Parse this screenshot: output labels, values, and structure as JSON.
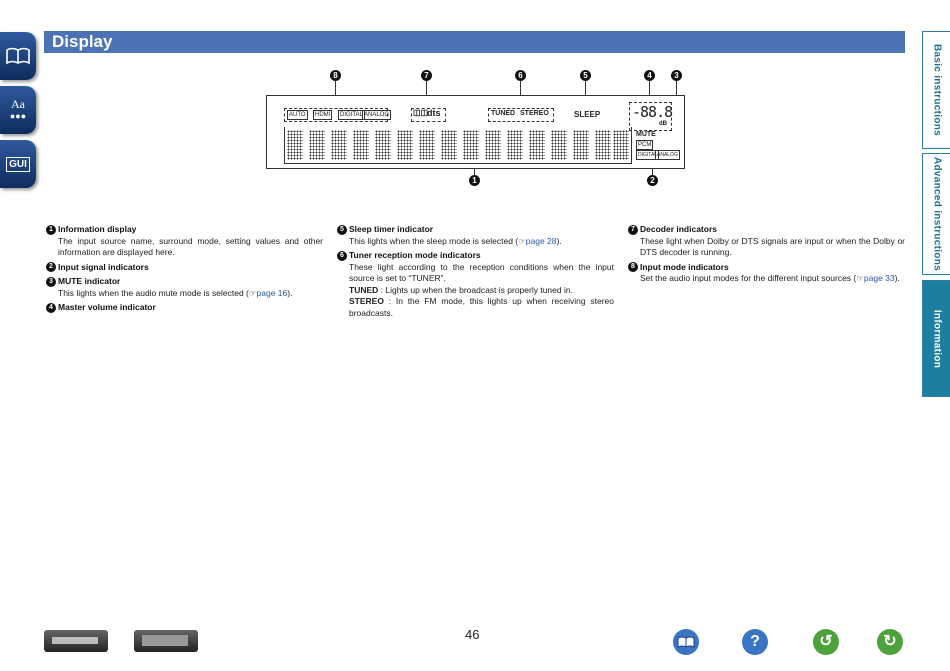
{
  "left_icons": [
    {
      "name": "book-icon",
      "label": ""
    },
    {
      "name": "aa-icon",
      "label": "Aa"
    },
    {
      "name": "gui-icon",
      "label": "GUI"
    }
  ],
  "title": "Display",
  "right_tabs": [
    "Basic instructions",
    "Advanced instructions",
    "Information"
  ],
  "display": {
    "input_modes": [
      "AUTO",
      "HDMI",
      "DIGITAL",
      "ANALOG"
    ],
    "dolby": "◫◫",
    "dts": "dts",
    "tuned": "TUNED",
    "stereo": "STEREO",
    "sleep": "SLEEP",
    "volume": "-88.8",
    "db": "dB",
    "mute": "MUTE",
    "pcm": "PCM",
    "digital_small": "DIGITAL",
    "analog_small": "ANALOG",
    "callouts_top": [
      "8",
      "7",
      "6",
      "5",
      "4",
      "3"
    ],
    "callouts_bottom": [
      "1",
      "2"
    ]
  },
  "descriptions": {
    "col1": [
      {
        "num": "1",
        "title": "Information display",
        "body": "The input source name, surround mode, setting values and other information are displayed here."
      },
      {
        "num": "2",
        "title": "Input signal indicators",
        "body": ""
      },
      {
        "num": "3",
        "title": "MUTE indicator",
        "body": "This lights when the audio mute mode is selected (",
        "link": "page 16",
        "after": ")."
      },
      {
        "num": "4",
        "title": "Master volume indicator",
        "body": ""
      }
    ],
    "col2": [
      {
        "num": "5",
        "title": "Sleep timer indicator",
        "body": "This lights when the sleep mode is selected (",
        "link": "page 28",
        "after": ")."
      },
      {
        "num": "6",
        "title": "Tuner reception mode indicators",
        "body": "These light according to the reception conditions when the input source is set to “TUNER”."
      },
      {
        "bold": "TUNED",
        "text": " : Lights up when the broadcast is properly tuned in."
      },
      {
        "bold": "STEREO",
        "text": " : In the FM mode, this lights up when receiving stereo broadcasts."
      }
    ],
    "col3": [
      {
        "num": "7",
        "title": "Decoder indicators",
        "body": "These light when Dolby or DTS signals are input or when the Dolby or DTS decoder is running."
      },
      {
        "num": "8",
        "title": "Input mode indicators",
        "body": "Set the audio input modes for the different input sources (",
        "link": "page 33",
        "after": ")."
      }
    ]
  },
  "page_number": "46",
  "bottom_buttons": [
    "book-icon",
    "help-icon",
    "back-icon",
    "forward-icon"
  ]
}
